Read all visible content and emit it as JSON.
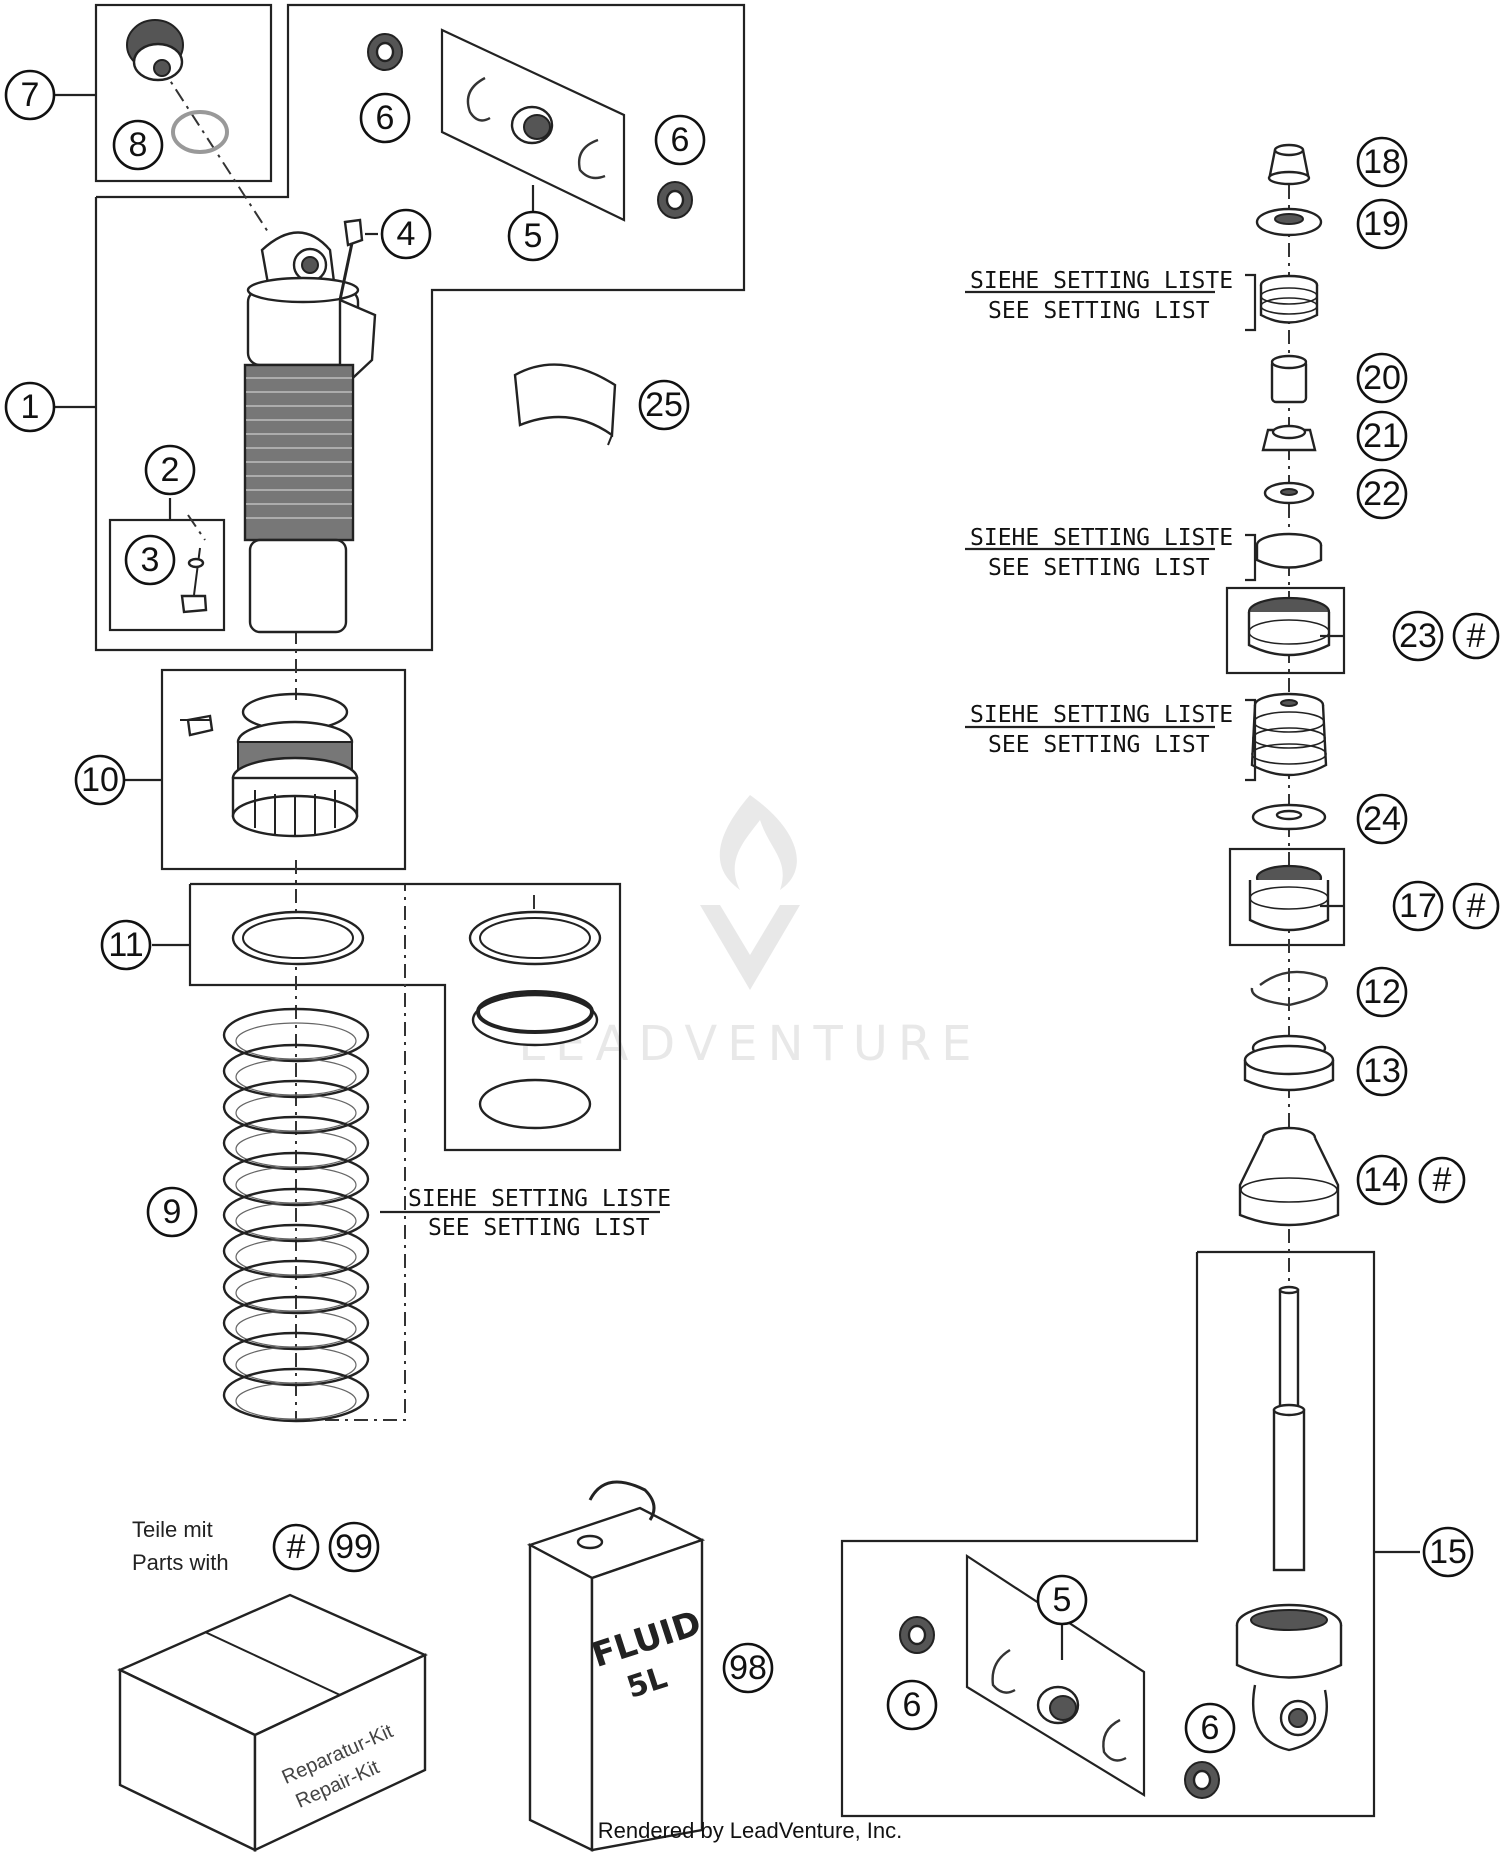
{
  "diagram": {
    "callouts": {
      "c1": "1",
      "c2": "2",
      "c3": "3",
      "c4": "4",
      "c5a": "5",
      "c5b": "5",
      "c6a": "6",
      "c6b": "6",
      "c6c": "6",
      "c6d": "6",
      "c7": "7",
      "c8": "8",
      "c9": "9",
      "c10": "10",
      "c11": "11",
      "c12": "12",
      "c13": "13",
      "c14": "14",
      "c15": "15",
      "c17": "17",
      "c18": "18",
      "c19": "19",
      "c20": "20",
      "c21": "21",
      "c22": "22",
      "c23": "23",
      "c24": "24",
      "c25": "25",
      "c98": "98",
      "c99": "99",
      "hash": "#"
    },
    "notes": {
      "siehe": "SIEHE SETTING LISTE",
      "see": "SEE SETTING LIST"
    },
    "legend": {
      "line1": "Teile mit",
      "line2": "Parts with"
    },
    "kit_label": {
      "line1": "Reparatur-Kit",
      "line2": "Repair-Kit"
    },
    "can_label": {
      "line1": "FLUID",
      "line2": "5L"
    },
    "watermark": "LEADVENTURE",
    "footer": "Rendered by LeadVenture, Inc."
  }
}
